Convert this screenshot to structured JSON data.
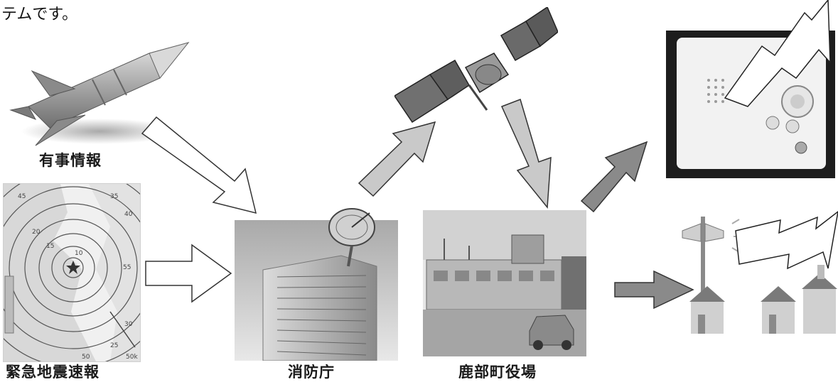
{
  "header": {
    "text": "テムです。"
  },
  "nodes": {
    "missile": {
      "caption": "有事情報"
    },
    "earthquake": {
      "caption": "緊急地震速報"
    },
    "fdma": {
      "caption": "消防庁"
    },
    "town_hall": {
      "caption": "鹿部町役場"
    }
  },
  "earthquake_map": {
    "contour_labels": [
      "10",
      "15",
      "20",
      "25",
      "30",
      "35",
      "40",
      "45",
      "50",
      "55"
    ],
    "corner_label": "50k"
  }
}
